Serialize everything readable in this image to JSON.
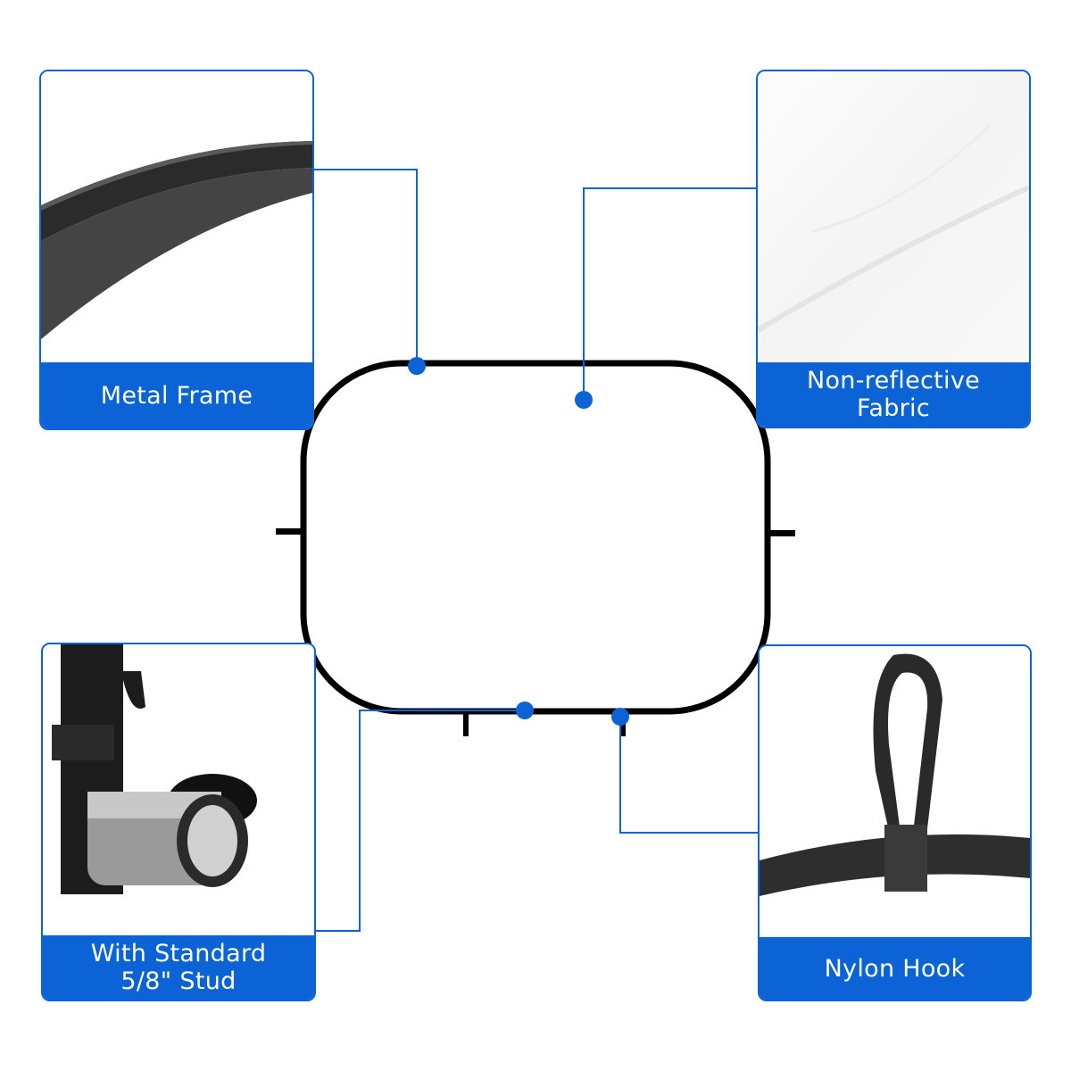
{
  "colors": {
    "accent": "#0c63d6",
    "frame": "#000000",
    "label_text": "#ffffff"
  },
  "features": {
    "metal_frame": {
      "label": "Metal Frame",
      "icon": "metal-frame-photo"
    },
    "fabric": {
      "label": "Non-reflective\nFabric",
      "icon": "fabric-photo"
    },
    "stud": {
      "label": "With Standard\n5/8\" Stud",
      "icon": "stud-photo"
    },
    "hook": {
      "label": "Nylon Hook",
      "icon": "nylon-hook-photo"
    }
  }
}
